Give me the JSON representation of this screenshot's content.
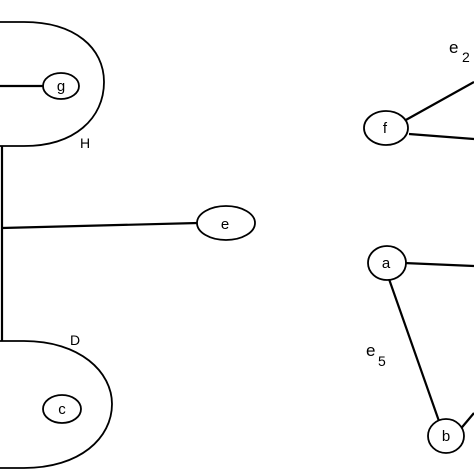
{
  "diagram": {
    "nodes": {
      "g": "g",
      "e": "e",
      "c": "c",
      "f": "f",
      "a": "a",
      "b": "b"
    },
    "clusters": {
      "H": "H",
      "D": "D"
    },
    "edge_labels": {
      "e2": {
        "base": "e",
        "sub": "2"
      },
      "e5": {
        "base": "e",
        "sub": "5"
      }
    }
  }
}
